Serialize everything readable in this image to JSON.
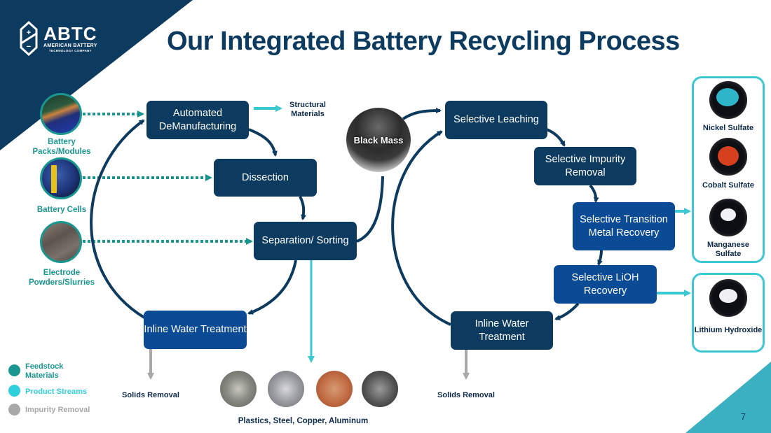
{
  "slide": {
    "title": "Our Integrated Battery Recycling Process",
    "page_number": "7"
  },
  "logo": {
    "name": "ABTC",
    "line1": "AMERICAN BATTERY",
    "line2": "TECHNOLOGY COMPANY"
  },
  "feedstock": [
    {
      "label": "Battery Packs/Modules",
      "icon": "battery-pack-photo"
    },
    {
      "label": "Battery Cells",
      "icon": "battery-cell-photo"
    },
    {
      "label": "Electrode Powders/Slurries",
      "icon": "electrode-powder-photo"
    }
  ],
  "left_loop": {
    "automated": "Automated DeManufacturing",
    "dissection": "Dissection",
    "separation": "Separation/ Sorting",
    "water": "Inline Water Treatment",
    "structural": "Structural Materials",
    "solids": "Solids Removal",
    "materials_label": "Plastics, Steel, Copper, Aluminum",
    "materials": [
      "plastics",
      "steel",
      "copper",
      "aluminum"
    ]
  },
  "black_mass": "Black Mass",
  "right_loop": {
    "leaching": "Selective Leaching",
    "impurity": "Selective Impurity Removal",
    "transition": "Selective Transition Metal Recovery",
    "lioh": "Selective LiOH Recovery",
    "water": "Inline Water Treatment",
    "solids": "Solids Removal"
  },
  "products": [
    {
      "label": "Nickel Sulfate",
      "color": "#2fb5c9"
    },
    {
      "label": "Cobalt Sulfate",
      "color": "#d6401e"
    },
    {
      "label": "Manganese Sulfate",
      "color": "#f2f2f5"
    },
    {
      "label": "Lithium Hydroxide",
      "color": "#f0f0f4"
    }
  ],
  "legend": [
    {
      "label": "Feedstock Materials",
      "color": "#1a9690"
    },
    {
      "label": "Product Streams",
      "color": "#2fd0dc"
    },
    {
      "label": "Impurity Removal",
      "color": "#a8a8a8"
    }
  ]
}
